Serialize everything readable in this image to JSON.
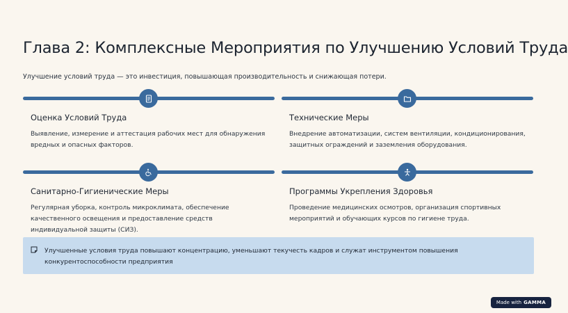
{
  "slide": {
    "title": "Глава 2: Комплексные Мероприятия по Улучшению Условий Труда",
    "subtitle": "Улучшение условий труда — это инвестиция, повышающая производительность и снижающая потери."
  },
  "cards": [
    {
      "icon": "document-icon",
      "heading": "Оценка Условий Труда",
      "text": "Выявление, измерение и аттестация рабочих мест для обнаружения вредных и опасных факторов."
    },
    {
      "icon": "folder-icon",
      "heading": "Технические Меры",
      "text": "Внедрение автоматизации, систем вентиляции, кондиционирования, защитных ограждений и заземления оборудования."
    },
    {
      "icon": "accessibility-icon",
      "heading": "Санитарно-Гигиенические Меры",
      "text": "Регулярная уборка, контроль микроклимата, обеспечение качественного освещения и предоставление средств индивидуальной защиты (СИЗ)."
    },
    {
      "icon": "person-icon",
      "heading": "Программы Укрепления Здоровья",
      "text": "Проведение медицинских осмотров, организация спортивных мероприятий и обучающих курсов по гигиене труда."
    }
  ],
  "note": {
    "icon": "note-icon",
    "text": "Улучшенные условия труда повышают концентрацию, уменьшают текучесть кадров и служат инструментом повышения конкурентоспособности предприятия"
  },
  "badge": {
    "prefix": "Made with",
    "brand": "GAMMA"
  },
  "colors": {
    "background": "#faf6ef",
    "accent": "#3a6a9d",
    "note_background": "#c7dbee",
    "badge_background": "#17233f"
  }
}
